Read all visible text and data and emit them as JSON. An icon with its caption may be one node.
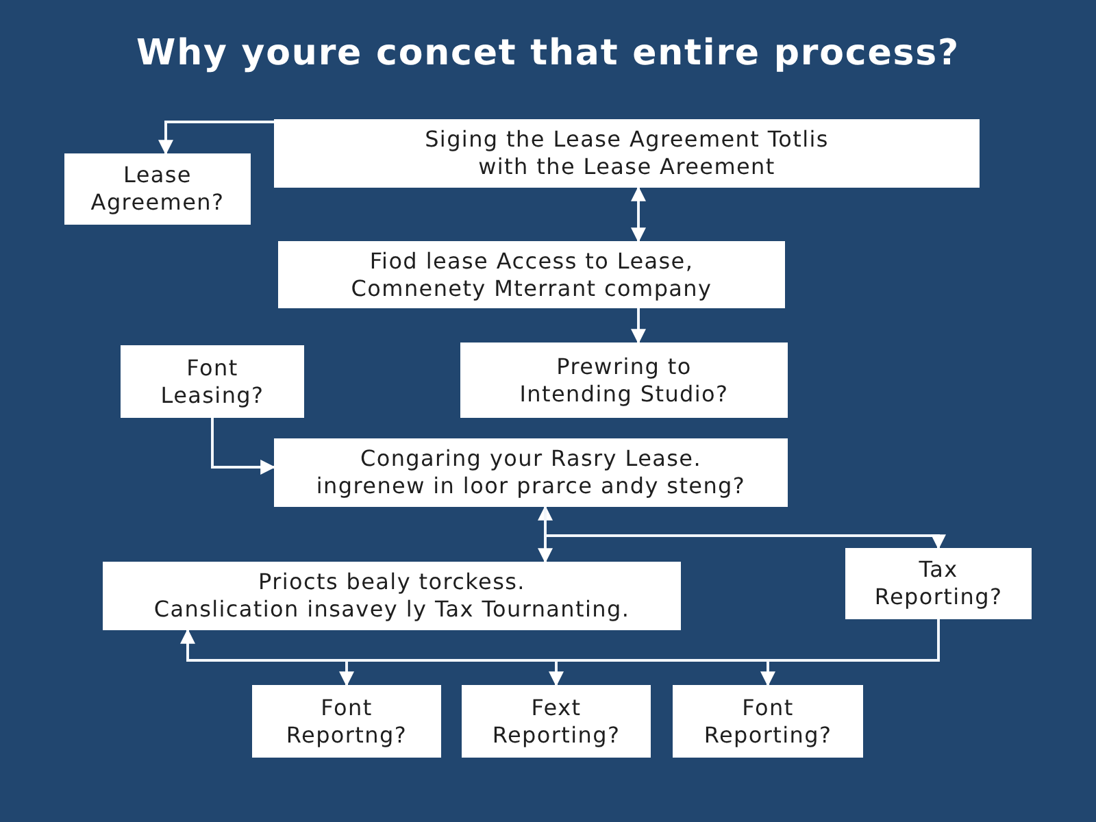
{
  "diagram": {
    "title": "Why youre concet that entire process?",
    "nodes": [
      {
        "text": [
          "Siging the Lease Agreement Totlis with the Lease Areement"
        ]
      },
      {
        "text": [
          "Lease Agreemen?"
        ]
      },
      {
        "text": [
          "Fiod lease Access to Lease, Comnenety Mterrant company"
        ]
      },
      {
        "text": [
          "Font Leasing?"
        ]
      },
      {
        "text": [
          "Prewring to Intending Studio?"
        ]
      },
      {
        "text": [
          "Congaring your Rasry Lease. ingrenew in loor prarce andy steng?"
        ]
      },
      {
        "text": [
          "Priocts bealy torckess. Canslication insavey ly Tax Tournanting."
        ]
      },
      {
        "text": [
          "Tax Reporting?"
        ]
      },
      {
        "text": [
          "Font Reportng?"
        ]
      },
      {
        "text": [
          "Fext Reporting?"
        ]
      },
      {
        "text": [
          "Font Reporting?"
        ]
      }
    ],
    "edges": [
      {
        "from": 0,
        "to": 1,
        "arrow": "to"
      },
      {
        "from": 0,
        "to": 2,
        "arrow": "both"
      },
      {
        "from": 2,
        "to": 4,
        "arrow": "to"
      },
      {
        "from": 3,
        "to": 5,
        "arrow": "to"
      },
      {
        "from": 5,
        "to": 6,
        "arrow": "both"
      },
      {
        "from": 5,
        "to": 7,
        "arrow": "to"
      },
      {
        "from": 7,
        "to": 6,
        "arrow": "to"
      },
      {
        "from": 7,
        "to": 8,
        "arrow": "to"
      },
      {
        "from": 7,
        "to": 9,
        "arrow": "to"
      },
      {
        "from": 7,
        "to": 10,
        "arrow": "to"
      }
    ]
  }
}
